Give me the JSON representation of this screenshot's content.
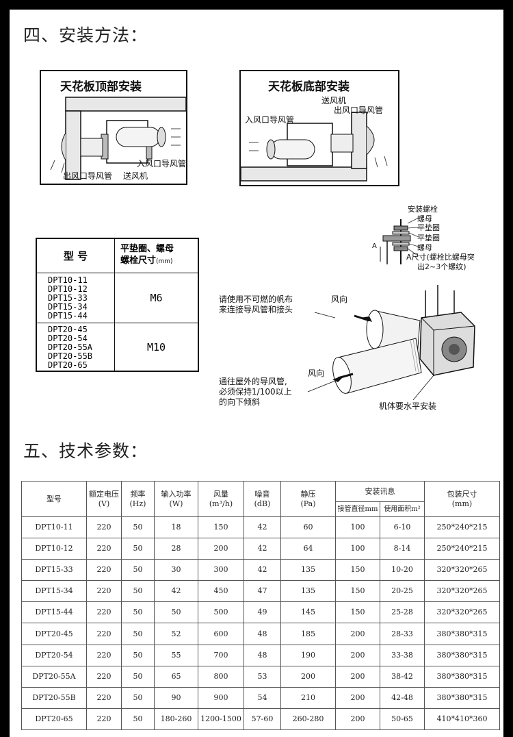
{
  "sections": {
    "install_heading": "四、安装方法：",
    "spec_heading": "五、技术参数："
  },
  "diagram_top": {
    "title": "天花板顶部安装",
    "label_outlet": "出风口导风管",
    "label_fan": "送风机",
    "label_inlet": "入风口导风管"
  },
  "diagram_bottom": {
    "title": "天花板底部安装",
    "label_fan": "送风机",
    "label_outlet": "出风口导风管",
    "label_inlet": "入风口导风管"
  },
  "size_table": {
    "header_model": "型 号",
    "header_size_line1": "平垫圈、螺母",
    "header_size_line2": "螺栓尺寸",
    "header_size_unit": "(mm)",
    "groups": [
      {
        "models": [
          "DPT10-11",
          "DPT10-12",
          "DPT15-33",
          "DPT15-34",
          "DPT15-44"
        ],
        "size": "M6"
      },
      {
        "models": [
          "DPT20-45",
          "DPT20-54",
          "DPT20-55A",
          "DPT20-55B",
          "DPT20-65"
        ],
        "size": "M10"
      }
    ]
  },
  "install_diagram": {
    "bolt": "安装螺栓",
    "nut": "螺母",
    "washer1": "平垫圈",
    "washer2": "平垫圈",
    "nut2": "螺母",
    "a_size_line1": "A尺寸(螺栓比螺母突",
    "a_size_line2": "出2~3个螺纹)",
    "a_mark": "A",
    "wind1": "风向",
    "wind2": "风向",
    "note1_line1": "请使用不可燃的帆布",
    "note1_line2": "来连接导风管和接头",
    "note2_line1": "通往屋外的导风管,",
    "note2_line2": "必须保持1/100以上",
    "note2_line3": "的向下倾斜",
    "note3": "机体要水平安装"
  },
  "spec_table": {
    "headers": {
      "model": "型号",
      "voltage": [
        "额定电压",
        "(V)"
      ],
      "freq": [
        "频率",
        "(Hz)"
      ],
      "power": [
        "输入功率",
        "(W)"
      ],
      "airflow": [
        "风量",
        "(m³/h)"
      ],
      "noise": [
        "噪音",
        "(dB)"
      ],
      "pressure": [
        "静压",
        "(Pa)"
      ],
      "install": "安装讯息",
      "pipe": "接管直径mm",
      "area": "使用面积m²",
      "package": [
        "包装尺寸",
        "(mm)"
      ]
    },
    "rows": [
      [
        "DPT10-11",
        "220",
        "50",
        "18",
        "150",
        "42",
        "60",
        "100",
        "6-10",
        "250*240*215"
      ],
      [
        "DPT10-12",
        "220",
        "50",
        "28",
        "200",
        "42",
        "64",
        "100",
        "8-14",
        "250*240*215"
      ],
      [
        "DPT15-33",
        "220",
        "50",
        "30",
        "300",
        "42",
        "135",
        "150",
        "10-20",
        "320*320*265"
      ],
      [
        "DPT15-34",
        "220",
        "50",
        "42",
        "450",
        "47",
        "135",
        "150",
        "20-25",
        "320*320*265"
      ],
      [
        "DPT15-44",
        "220",
        "50",
        "50",
        "500",
        "49",
        "145",
        "150",
        "25-28",
        "320*320*265"
      ],
      [
        "DPT20-45",
        "220",
        "50",
        "52",
        "600",
        "48",
        "185",
        "200",
        "28-33",
        "380*380*315"
      ],
      [
        "DPT20-54",
        "220",
        "50",
        "55",
        "700",
        "48",
        "190",
        "200",
        "33-38",
        "380*380*315"
      ],
      [
        "DPT20-55A",
        "220",
        "50",
        "65",
        "800",
        "53",
        "200",
        "200",
        "38-42",
        "380*380*315"
      ],
      [
        "DPT20-55B",
        "220",
        "50",
        "90",
        "900",
        "54",
        "210",
        "200",
        "42-48",
        "380*380*315"
      ],
      [
        "DPT20-65",
        "220",
        "50",
        "180-260",
        "1200-1500",
        "57-60",
        "260-280",
        "200",
        "50-65",
        "410*410*360"
      ]
    ]
  }
}
